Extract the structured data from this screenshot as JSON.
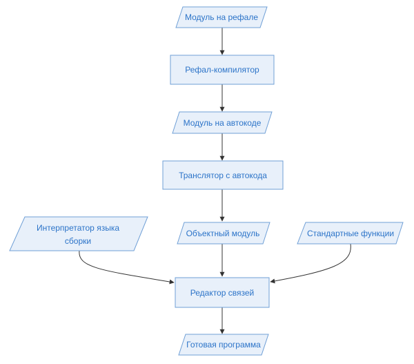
{
  "diagram": {
    "nodes": {
      "refal_module": {
        "label": "Модуль на рефале",
        "shape": "parallelogram"
      },
      "refal_compiler": {
        "label": "Рефал-компилятор",
        "shape": "rectangle"
      },
      "autocode_module": {
        "label": "Модуль на автокоде",
        "shape": "parallelogram"
      },
      "autocode_translator": {
        "label": "Транслятор с автокода",
        "shape": "rectangle"
      },
      "assembly_interpreter": {
        "label_line1": "Интерпретатор языка",
        "label_line2": "сборки",
        "shape": "parallelogram"
      },
      "object_module": {
        "label": "Объектный модуль",
        "shape": "parallelogram"
      },
      "standard_functions": {
        "label": "Стандартные функции",
        "shape": "parallelogram"
      },
      "link_editor": {
        "label": "Редактор связей",
        "shape": "rectangle"
      },
      "ready_program": {
        "label": "Готовая программа",
        "shape": "parallelogram"
      }
    },
    "edges": [
      {
        "from": "refal_module",
        "to": "refal_compiler"
      },
      {
        "from": "refal_compiler",
        "to": "autocode_module"
      },
      {
        "from": "autocode_module",
        "to": "autocode_translator"
      },
      {
        "from": "autocode_translator",
        "to": "object_module"
      },
      {
        "from": "assembly_interpreter",
        "to": "link_editor"
      },
      {
        "from": "object_module",
        "to": "link_editor"
      },
      {
        "from": "standard_functions",
        "to": "link_editor"
      },
      {
        "from": "link_editor",
        "to": "ready_program"
      }
    ],
    "colors": {
      "node_fill": "#e8f0fa",
      "node_border": "#6f9fd6",
      "node_text": "#2b73c8",
      "edge": "#333333"
    }
  }
}
